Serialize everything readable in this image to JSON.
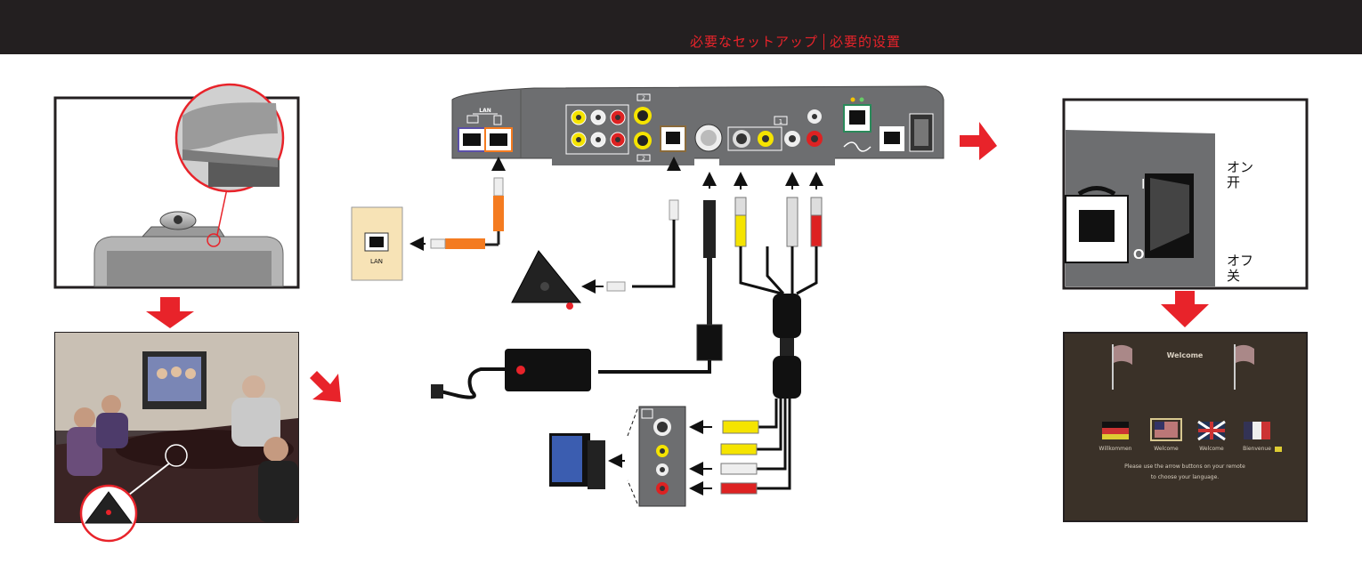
{
  "header": {
    "title_ja": "必要なセットアップ",
    "title_zh": "必要的设置"
  },
  "power_switch": {
    "on_ja": "オン",
    "on_zh": "开",
    "off_ja": "オフ",
    "off_zh": "关",
    "on_mark": "I",
    "off_mark": "O"
  },
  "ports": {
    "lan_label": "LAN",
    "wall_lan_label": "LAN",
    "video_input_number": "1",
    "svideo_in_number": "2",
    "svideo_out_number": "2"
  },
  "welcome_screen": {
    "title": "Welcome",
    "languages": [
      "Willkommen",
      "Welcome",
      "Welcome",
      "Bienvenue"
    ],
    "instruction_line1": "Please use the arrow buttons on your remote",
    "instruction_line2": "to choose your language."
  },
  "colors": {
    "accent": "#e8232a",
    "header_bg": "#231f20",
    "device_gray": "#6d6e70",
    "lan_orange": "#f47b20",
    "video_yellow": "#f5e400"
  }
}
